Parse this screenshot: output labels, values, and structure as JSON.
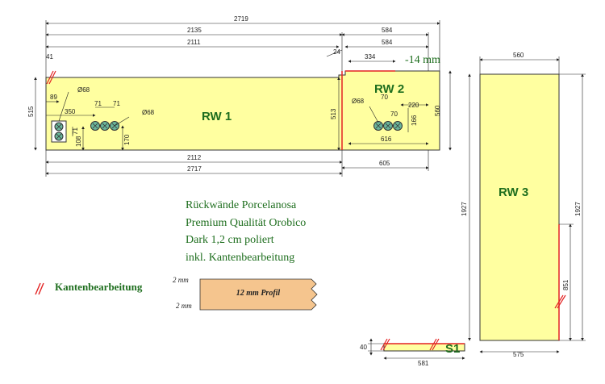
{
  "panels": {
    "rw1": "RW 1",
    "rw2": "RW 2",
    "rw3": "RW 3",
    "s1": "S1"
  },
  "dims": {
    "top_2719": "2719",
    "top_2135": "2135",
    "top_584a": "584",
    "top_2111": "2111",
    "top_584b": "584",
    "top_41": "41",
    "top_24": "24",
    "top_334": "334",
    "rw1_515": "515",
    "rw1_89": "89",
    "rw1_d68a": "Ø68",
    "rw1_350": "350",
    "rw1_71a": "71",
    "rw1_71b": "71",
    "rw1_d68b": "Ø68",
    "rw1_71v": "71",
    "rw1_108": "108",
    "rw1_170": "170",
    "rw1_513": "513",
    "rw2_d68": "Ø68",
    "rw2_70a": "70",
    "rw2_70b": "70",
    "rw2_220": "220",
    "rw2_166": "166",
    "rw2_560": "560",
    "rw2_616": "616",
    "bot_2112": "2112",
    "bot_2717": "2717",
    "bot_605": "605",
    "rw3_560": "560",
    "rw3_1927l": "1927",
    "rw3_1927r": "1927",
    "rw3_851": "851",
    "rw3_575": "575",
    "s1_40": "40",
    "s1_581": "581"
  },
  "note_minus": "-14 mm",
  "info_lines": [
    "Rückwände Porcelanosa",
    "Premium Qualität Orobico",
    "Dark 1,2 cm poliert",
    "inkl. Kantenbearbeitung"
  ],
  "legend": "Kantenbearbeitung",
  "profile": {
    "label": "12 mm Profil",
    "top_mm": "2 mm",
    "bottom_mm": "2 mm"
  },
  "colors": {
    "panel": "#ffffa0",
    "edge": "#e32222",
    "label": "#1e6e1e",
    "profile": "#f5c58e",
    "socket": "#6ab59a"
  }
}
